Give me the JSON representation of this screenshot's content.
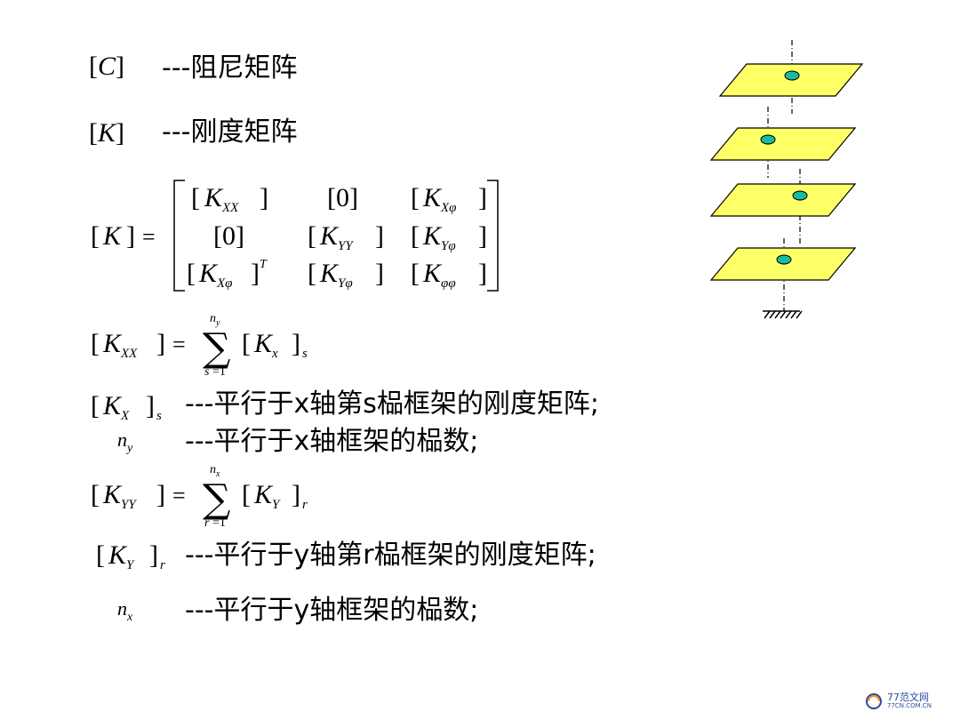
{
  "lines": {
    "c_symbol": "C",
    "c_desc": "---阻尼矩阵",
    "k_symbol": "K",
    "k_desc": "---刚度矩阵",
    "kx_desc": "---平行于x轴第s榀框架的刚度矩阵;",
    "ny_desc": "---平行于x轴框架的榀数;",
    "ky_desc": "---平行于y轴第r榀框架的刚度矩阵;",
    "nx_desc": "---平行于y轴框架的榀数;"
  },
  "matrix": {
    "lhs": "K",
    "rows": [
      [
        "K_XX",
        "[0]",
        "K_Xφ"
      ],
      [
        "[0]",
        "K_YY",
        "K_Yφ"
      ],
      [
        "K_Xφ^T",
        "K_Yφ",
        "K_φφ"
      ]
    ]
  },
  "sum_xx": {
    "lhs": "K",
    "lhs_sub": "XX",
    "upper": "n_y",
    "lower": "s = 1",
    "term": "K",
    "term_sub": "x",
    "index": "s"
  },
  "sum_yy": {
    "lhs": "K",
    "lhs_sub": "YY",
    "upper": "n_x",
    "lower": "r = 1",
    "term": "K",
    "term_sub": "Y",
    "index": "r"
  },
  "watermark": {
    "line1": "77范文网",
    "line2": "77CN.COM.CN"
  },
  "colors": {
    "floor_fill": "#ffff66",
    "node_fill": "#1abc9c",
    "watermark": "#2e4a9c"
  },
  "figure": {
    "floors": 4,
    "support": "fixed"
  }
}
